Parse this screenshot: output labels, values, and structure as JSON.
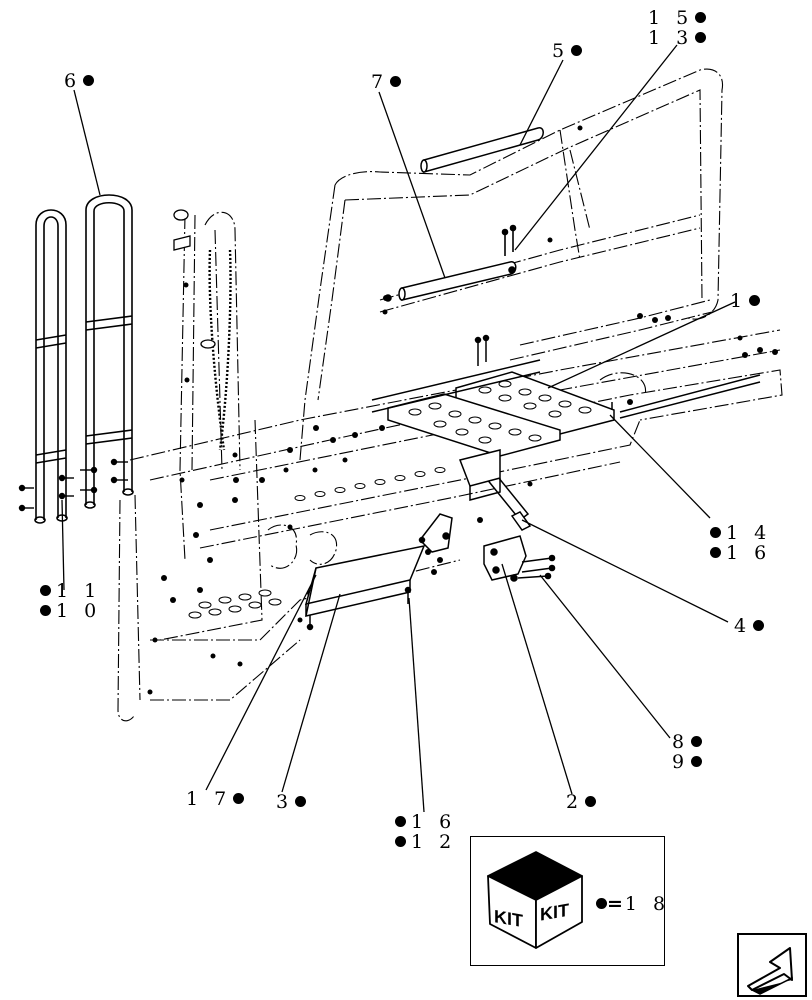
{
  "callouts": [
    {
      "id": "c15",
      "text": "1 5",
      "dot": "right"
    },
    {
      "id": "c13",
      "text": "1 3",
      "dot": "right"
    },
    {
      "id": "c5",
      "text": "5",
      "dot": "right"
    },
    {
      "id": "c7",
      "text": "7",
      "dot": "right"
    },
    {
      "id": "c6",
      "text": "6",
      "dot": "right"
    },
    {
      "id": "c1",
      "text": "1",
      "dot": "right"
    },
    {
      "id": "c14",
      "text": "1 4",
      "dot": "left"
    },
    {
      "id": "c16a",
      "text": "1 6",
      "dot": "left"
    },
    {
      "id": "c4",
      "text": "4",
      "dot": "right"
    },
    {
      "id": "c11",
      "text": "1 1",
      "dot": "left"
    },
    {
      "id": "c10",
      "text": "1 0",
      "dot": "left"
    },
    {
      "id": "c8",
      "text": "8",
      "dot": "right"
    },
    {
      "id": "c9",
      "text": "9",
      "dot": "right"
    },
    {
      "id": "c17",
      "text": "1 7",
      "dot": "right"
    },
    {
      "id": "c3",
      "text": "3",
      "dot": "right"
    },
    {
      "id": "c2",
      "text": "2",
      "dot": "right"
    },
    {
      "id": "c16b",
      "text": "1 6",
      "dot": "left"
    },
    {
      "id": "c12",
      "text": "1 2",
      "dot": "left"
    }
  ],
  "kit": {
    "face_left_label": "KIT",
    "face_right_label": "KIT",
    "legend_eq": "=",
    "legend_value": "1 8"
  },
  "nav_icon": "previous-page-arrow-icon"
}
